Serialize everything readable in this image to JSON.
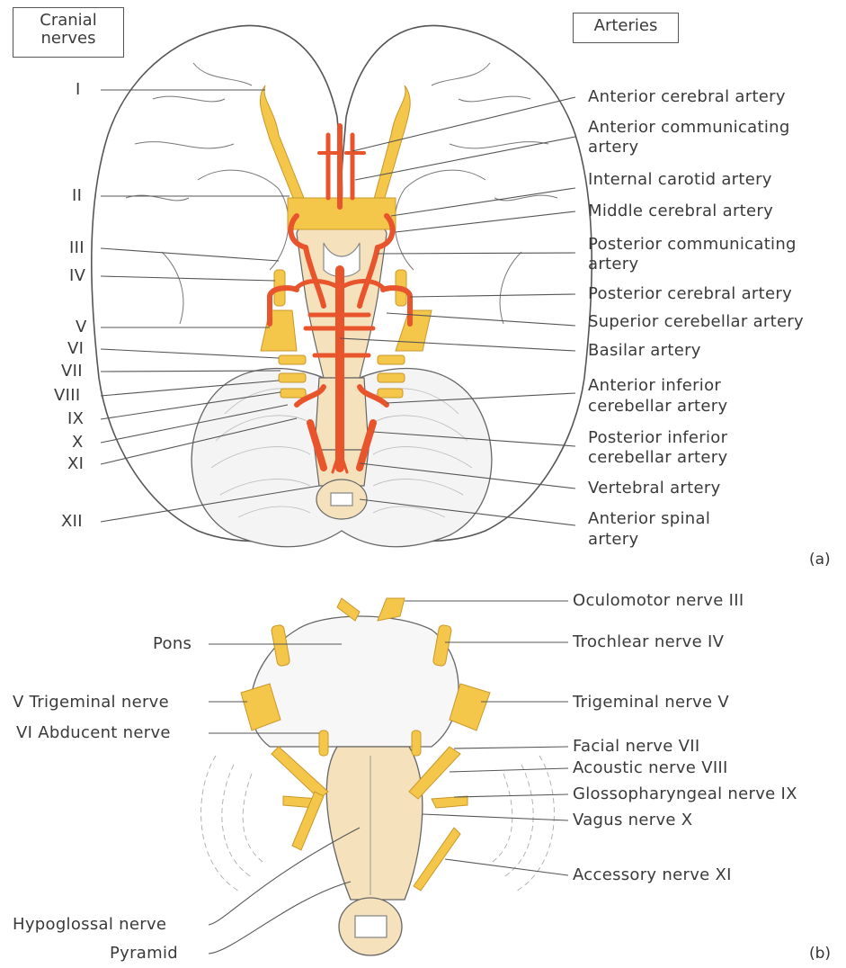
{
  "panel_a": {
    "panel_label": "(a)",
    "left_header": "Cranial nerves",
    "right_header": "Arteries",
    "nerves": [
      "I",
      "II",
      "III",
      "IV",
      "V",
      "VI",
      "VII",
      "VIII",
      "IX",
      "X",
      "XI",
      "XII"
    ],
    "arteries": [
      [
        "Anterior cerebral artery"
      ],
      [
        "Anterior communicating",
        "artery"
      ],
      [
        "Internal carotid artery"
      ],
      [
        "Middle cerebral artery"
      ],
      [
        "Posterior communicating",
        "artery"
      ],
      [
        "Posterior cerebral artery"
      ],
      [
        "Superior cerebellar artery"
      ],
      [
        "Basilar artery"
      ],
      [
        "Anterior inferior",
        "cerebellar artery"
      ],
      [
        "Posterior inferior",
        "cerebellar artery"
      ],
      [
        "Vertebral artery"
      ],
      [
        "Anterior spinal",
        "artery"
      ]
    ]
  },
  "panel_b": {
    "panel_label": "(b)",
    "left_labels": [
      "Pons",
      "V Trigeminal nerve",
      "VI Abducent nerve",
      "Hypoglossal nerve",
      "Pyramid"
    ],
    "right_labels": [
      "Oculomotor nerve III",
      "Trochlear nerve IV",
      "Trigeminal nerve V",
      "Facial nerve VII",
      "Acoustic nerve VIII",
      "Glossopharyngeal nerve IX",
      "Vagus nerve X",
      "Accessory nerve XI"
    ]
  },
  "colors": {
    "artery": "#e8542c",
    "nerve": "#f4c64a",
    "tissue": "#f5e2bc",
    "outline": "#555555"
  }
}
